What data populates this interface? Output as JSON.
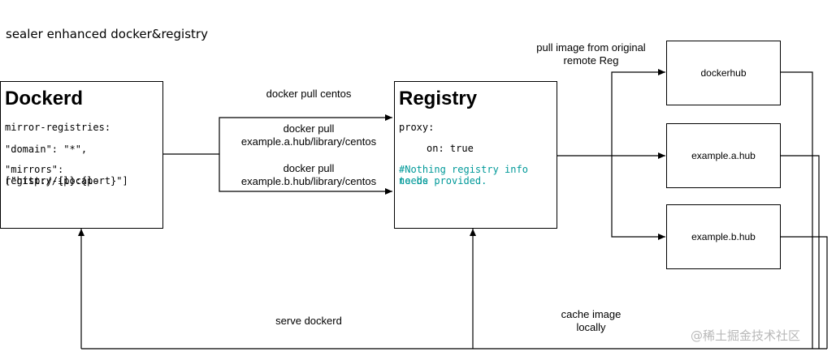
{
  "heading": "sealer enhanced docker&registry",
  "dockerd": {
    "title": "Dockerd",
    "line1": "mirror-registries:",
    "line2": "\"domain\": \"*\",",
    "line3": "\"mirrors\": [\"http://{local-",
    "line4": "registry-ip}:{port}\"]"
  },
  "registry": {
    "title": "Registry",
    "line1": "proxy:",
    "line2": "on: true",
    "comment1": "#Nothing registry info needs",
    "comment2": "to be provided.",
    "comment_color": "#009999"
  },
  "remotes": {
    "dockerhub": "dockerhub",
    "a_hub": "example.a.hub",
    "b_hub": "example.b.hub"
  },
  "labels": {
    "docker_pull_centos": "docker pull centos",
    "pull_a_1": "docker pull",
    "pull_a_2": "example.a.hub/library/centos",
    "pull_b_1": "docker pull",
    "pull_b_2": "example.b.hub/library/centos",
    "pull_origin_1": "pull image from original",
    "pull_origin_2": "remote Reg",
    "serve_dockerd": "serve dockerd",
    "cache_1": "cache image",
    "cache_2": "locally"
  },
  "watermark": "@稀土掘金技术社区"
}
